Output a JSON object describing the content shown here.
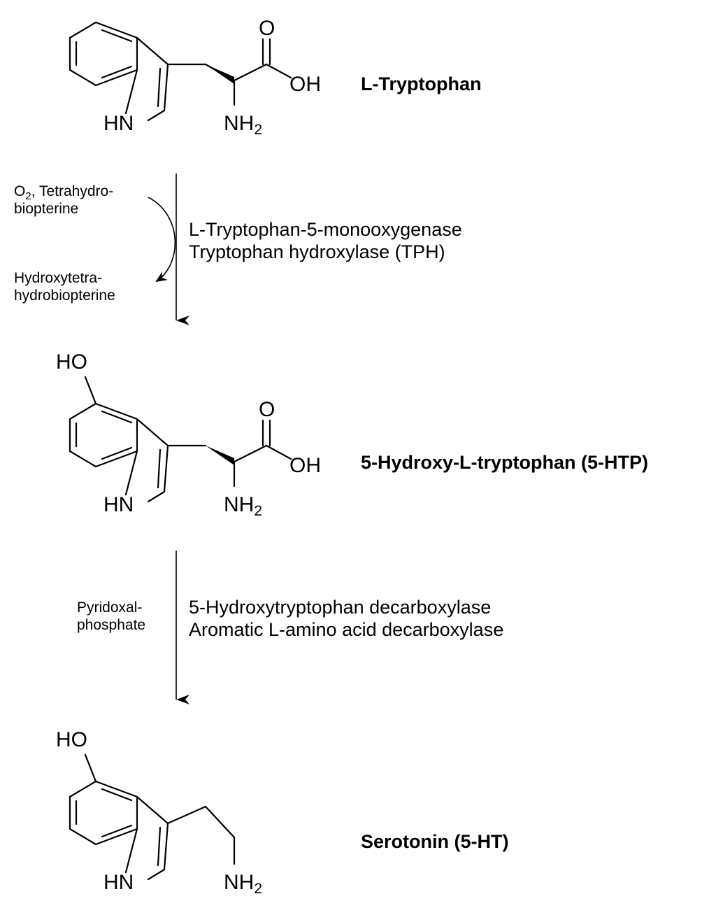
{
  "compounds": {
    "tryptophan": {
      "name": "L-Tryptophan",
      "atoms": {
        "ring_n": "HN",
        "carbonyl_o": "O",
        "hydroxyl": "OH",
        "amine": "NH",
        "amine_sub": "2"
      }
    },
    "htp": {
      "name": "5-Hydroxy-L-tryptophan (5-HTP)",
      "atoms": {
        "ring_oh": "HO",
        "ring_n": "HN",
        "carbonyl_o": "O",
        "hydroxyl": "OH",
        "amine": "NH",
        "amine_sub": "2"
      }
    },
    "serotonin": {
      "name": "Serotonin (5-HT)",
      "atoms": {
        "ring_oh": "HO",
        "ring_n": "HN",
        "amine": "NH",
        "amine_sub": "2"
      }
    }
  },
  "steps": {
    "step1": {
      "enzymes": [
        "L-Tryptophan-5-monooxygenase",
        "Tryptophan hydroxylase (TPH)"
      ],
      "cofactor_in": {
        "o2_main": "O",
        "o2_sub": "2",
        "o2_rest": ", Tetrahydro-",
        "line2": "biopterine"
      },
      "cofactor_out": [
        "Hydroxytetra-",
        "hydrobiopterine"
      ]
    },
    "step2": {
      "enzymes": [
        "5-Hydroxytryptophan decarboxylase",
        "Aromatic L-amino acid decarboxylase"
      ],
      "cofactor": [
        "Pyridoxal-",
        "phosphate"
      ]
    }
  }
}
